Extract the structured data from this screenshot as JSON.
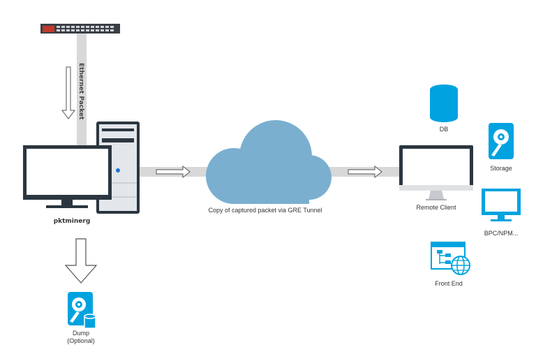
{
  "labels": {
    "ethernet": "Ethernet Packet",
    "host": "pktminerg",
    "cloud": "Copy of captured packet via GRE Tunnel",
    "dump_line1": "Dump",
    "dump_line2": "(Optional)",
    "remote_client": "Remote Client",
    "db": "DB",
    "storage": "Storage",
    "bpc": "BPC/NPM...",
    "front_end": "Front End"
  },
  "colors": {
    "accent_blue": "#00a3e0",
    "cloud_blue": "#7aafcf",
    "monitor_dark": "#2b3640",
    "link_gray": "#d8d8d8"
  },
  "icons": {
    "switch": "network-switch-icon",
    "tower": "server-tower-icon",
    "host_monitor": "monitor-icon",
    "cloud": "cloud-icon",
    "remote_monitor": "imac-icon",
    "db": "database-icon",
    "storage": "hard-drive-icon",
    "bpc": "monitor-icon",
    "front_end": "web-app-icon",
    "dump": "hard-drive-database-icon"
  }
}
